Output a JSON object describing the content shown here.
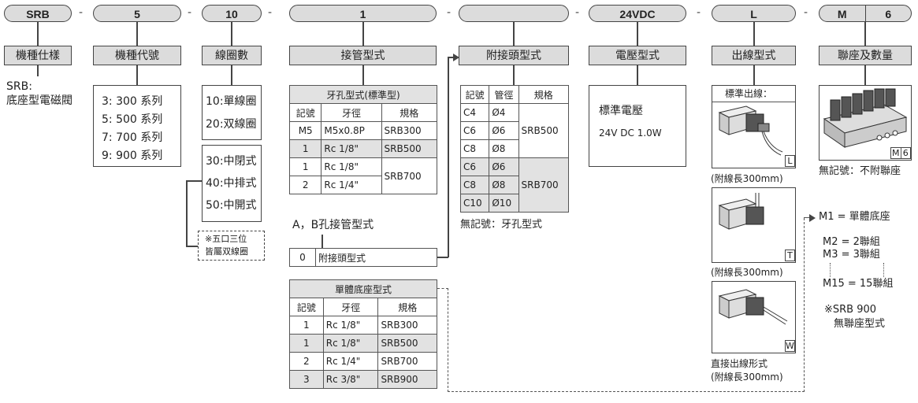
{
  "pills": {
    "p1": "SRB",
    "p2": "5",
    "p3": "10",
    "p4": "1",
    "p5": "",
    "p6": "24VDC",
    "p7": "L",
    "p8a": "M",
    "p8b": "6"
  },
  "dash": "-",
  "headers": {
    "h1": "機種仕樣",
    "h2": "機種代號",
    "h3": "線圈數",
    "h4": "接管型式",
    "h5": "附接頭型式",
    "h6": "電壓型式",
    "h7": "出線型式",
    "h8": "聯座及數量"
  },
  "model": {
    "line1": "SRB:",
    "line2": "底座型電磁閥"
  },
  "series": [
    "3: 300 系列",
    "5: 500 系列",
    "7: 700 系列",
    "9: 900 系列"
  ],
  "coil_single_double": [
    "10:單線圈",
    "20:双線圈"
  ],
  "coil_center": [
    "30:中閉式",
    "40:中排式",
    "50:中開式"
  ],
  "coil_note": [
    "※五口三位",
    "皆屬双線圈"
  ],
  "thread_table": {
    "title": "牙孔型式(標準型)",
    "headers": [
      "記號",
      "牙徑",
      "規格"
    ],
    "rows": [
      [
        "M5",
        "M5x0.8P",
        "SRB300"
      ],
      [
        "1",
        "Rc 1/8\"",
        "SRB500"
      ],
      [
        "1",
        "Rc 1/8\"",
        ""
      ],
      [
        "2",
        "Rc 1/4\"",
        ""
      ]
    ],
    "merged_spec": "SRB700"
  },
  "ab_port_label": "A，B孔接管型式",
  "fitting_option": {
    "code": "0",
    "label": "附接頭型式"
  },
  "fitting_table": {
    "headers": [
      "記號",
      "管徑",
      "規格"
    ],
    "rows": [
      [
        "C4",
        "Ø4"
      ],
      [
        "C6",
        "Ø6"
      ],
      [
        "C8",
        "Ø8"
      ],
      [
        "C6",
        "Ø6"
      ],
      [
        "C8",
        "Ø8"
      ],
      [
        "C10",
        "Ø10"
      ]
    ],
    "spec_a": "SRB500",
    "spec_b": "SRB700"
  },
  "fitting_none": "無記號：牙孔型式",
  "base_table": {
    "title": "單體底座型式",
    "headers": [
      "記號",
      "牙徑",
      "規格"
    ],
    "rows": [
      [
        "1",
        "Rc 1/8\"",
        "SRB300"
      ],
      [
        "1",
        "Rc 1/8\"",
        "SRB500"
      ],
      [
        "2",
        "Rc 1/4\"",
        "SRB700"
      ],
      [
        "3",
        "Rc 3/8\"",
        "SRB900"
      ]
    ]
  },
  "voltage": {
    "title": "標準電壓",
    "value": "24V  DC  1.0W"
  },
  "wiring": {
    "std_label": "標準出線：",
    "codes": [
      "L",
      "T",
      "W"
    ],
    "lead1": "(附線長300mm)",
    "lead2": "(附線長300mm)",
    "direct1": "直接出線形式",
    "direct2": "(附線長300mm)"
  },
  "manifold": {
    "tag_a": "M",
    "tag_b": "6",
    "none": "無記號：不附聯座",
    "m1": "M1  =  單體底座",
    "m2": "M2  =  2聯組",
    "m3": "M3  =  3聯組",
    "m15": "M15 = 15聯組",
    "note1": "※SRB 900",
    "note2": "無聯座型式"
  }
}
